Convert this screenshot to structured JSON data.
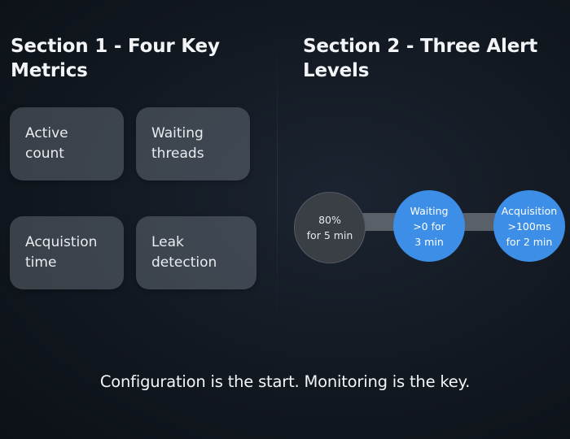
{
  "section1": {
    "title_line1": "Section 1 - Four Key",
    "title_line2": "Metrics",
    "cards": [
      {
        "line1": "Active",
        "line2": "count"
      },
      {
        "line1": "Waiting",
        "line2": "threads"
      },
      {
        "line1": "Acquistion",
        "line2": "time"
      },
      {
        "line1": "Leak",
        "line2": "detection"
      }
    ]
  },
  "section2": {
    "title_line1": "Section 2 - Three Alert",
    "title_line2": "Levels",
    "nodes": [
      {
        "lines": [
          "80%",
          "for 5 min"
        ],
        "color": "#3a3f46"
      },
      {
        "lines": [
          "Waiting",
          ">0 for",
          "3 min"
        ],
        "color": "#3d8ee6"
      },
      {
        "lines": [
          "Acquisition",
          ">100ms",
          "for 2 min"
        ],
        "color": "#3d8ee6"
      }
    ]
  },
  "footer": {
    "text": "Configuration is the start. Monitoring is the key."
  }
}
